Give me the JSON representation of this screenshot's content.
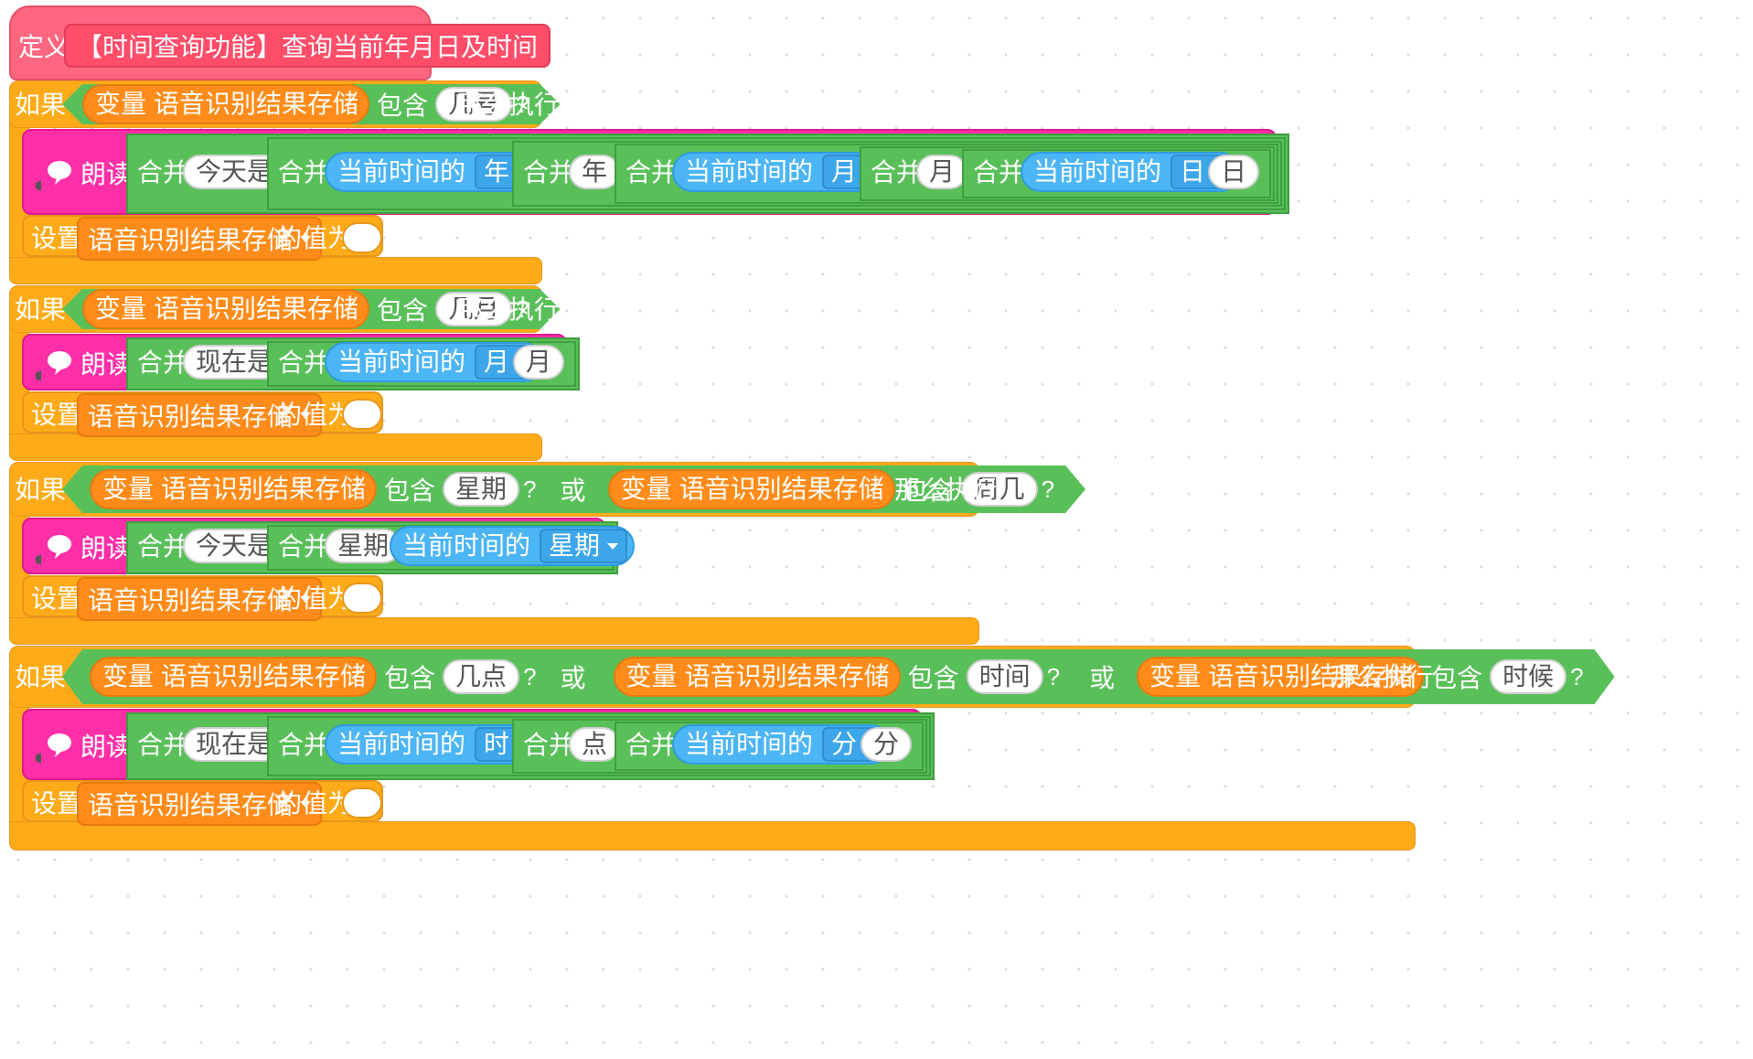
{
  "define": {
    "keyword": "定义",
    "name": "【时间查询功能】查询当前年月日及时间"
  },
  "kw": {
    "if": "如果",
    "then": "那么执行",
    "contains": "包含",
    "q": "?",
    "or": "或",
    "var_prefix": "变量",
    "var_name": "语音识别结果存储",
    "speak": "朗读",
    "join": "合并",
    "current_time": "当前时间的",
    "set": "设置",
    "set_var": "语音识别结果存储",
    "value_is": "的值为"
  },
  "blocks": [
    {
      "conditions": [
        "几号"
      ],
      "speak": {
        "t1": "今天是",
        "d1": "年",
        "s1": "年",
        "d2": "月",
        "s2": "月",
        "d3": "日",
        "s3": "日"
      },
      "set_value": ""
    },
    {
      "conditions": [
        "几月"
      ],
      "speak": {
        "t1": "现在是",
        "d1": "月",
        "s1": "月"
      },
      "set_value": ""
    },
    {
      "conditions": [
        "星期",
        "周几"
      ],
      "speak": {
        "t1": "今天是",
        "t2": "星期",
        "d1": "星期"
      },
      "set_value": ""
    },
    {
      "conditions": [
        "几点",
        "时间",
        "时候"
      ],
      "speak": {
        "t1": "现在是",
        "d1": "时",
        "s1": "点",
        "d2": "分",
        "s2": "分"
      },
      "set_value": ""
    }
  ]
}
